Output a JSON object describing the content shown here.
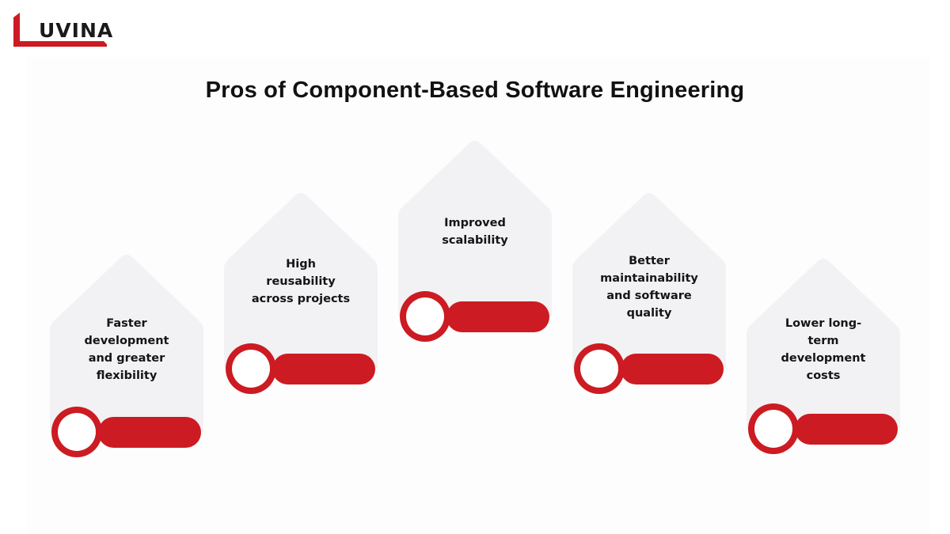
{
  "logo": {
    "text": "UVINA",
    "brand_color": "#cc1b22"
  },
  "title": "Pros of Component-Based Software Engineering",
  "colors": {
    "card_bg": "#f2f1f3",
    "accent": "#cc1b22",
    "text": "#151515"
  },
  "cards": [
    {
      "label": "Faster\ndevelopment\nand greater\nflexibility"
    },
    {
      "label": "High\nreusability\nacross projects"
    },
    {
      "label": "Improved\nscalability"
    },
    {
      "label": "Better\nmaintainability\nand software\nquality"
    },
    {
      "label": "Lower long-\nterm\ndevelopment\ncosts"
    }
  ]
}
